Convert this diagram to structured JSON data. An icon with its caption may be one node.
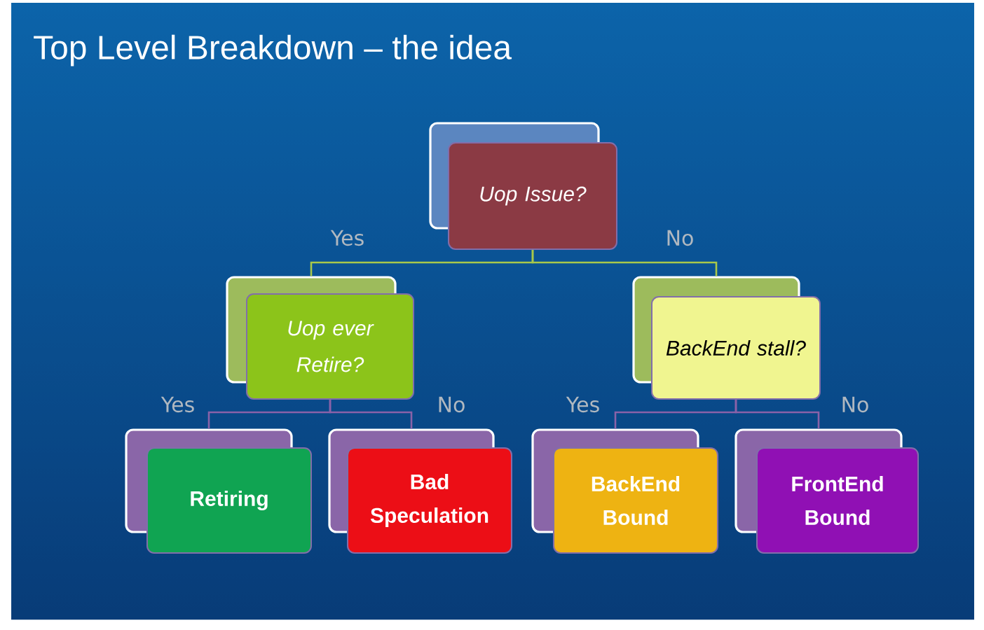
{
  "diagram": {
    "title": "Top Level Breakdown – the idea",
    "nodes": [
      {
        "text": [
          "Uop Issue?"
        ]
      },
      {
        "text": [
          "Uop ever Retire?"
        ]
      },
      {
        "text": [
          "BackEnd stall?"
        ]
      },
      {
        "text": [
          "Retiring"
        ]
      },
      {
        "text": [
          "Bad Speculation"
        ]
      },
      {
        "text": [
          "BackEnd Bound"
        ]
      },
      {
        "text": [
          "FrontEnd Bound"
        ]
      }
    ],
    "edges": [
      {
        "from": 0,
        "to": 1,
        "arrow": "none",
        "label": "Yes",
        "color": "#a8c84a"
      },
      {
        "from": 0,
        "to": 2,
        "arrow": "none",
        "label": "No",
        "color": "#a8c84a"
      },
      {
        "from": 1,
        "to": 3,
        "arrow": "none",
        "label": "Yes"
      },
      {
        "from": 1,
        "to": 4,
        "arrow": "none",
        "label": "No"
      },
      {
        "from": 2,
        "to": 5,
        "arrow": "none",
        "label": "Yes"
      },
      {
        "from": 2,
        "to": 6,
        "arrow": "none",
        "label": "No"
      }
    ]
  }
}
